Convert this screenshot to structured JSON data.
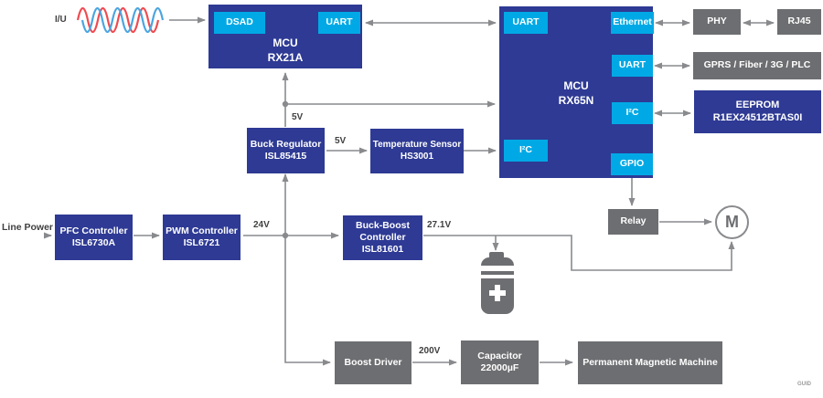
{
  "labels": {
    "input_signal": "I/U",
    "line_power": "Line Power",
    "v5_vertical": "5V",
    "v5_sensor": "5V",
    "v24": "24V",
    "v27_1": "27.1V",
    "v200": "200V",
    "watermark": "GUID"
  },
  "blocks": {
    "mcu_rx21a": {
      "title": "MCU",
      "part": "RX21A",
      "ports": {
        "dsad": "DSAD",
        "uart": "UART"
      }
    },
    "mcu_rx65n": {
      "title": "MCU",
      "part": "RX65N",
      "ports": {
        "uart_left": "UART",
        "i2c_left": "I²C",
        "ethernet": "Ethernet",
        "uart_right": "UART",
        "i2c_right": "I²C",
        "gpio": "GPIO"
      }
    },
    "phy": {
      "title": "PHY"
    },
    "rj45": {
      "title": "RJ45"
    },
    "gprs": {
      "title": "GPRS / Fiber / 3G / PLC"
    },
    "eeprom": {
      "title": "EEPROM",
      "part": "R1EX24512BTAS0I"
    },
    "buck_regulator": {
      "title": "Buck Regulator",
      "part": "ISL85415"
    },
    "temperature_sensor": {
      "title": "Temperature Sensor",
      "part": "HS3001"
    },
    "pfc_controller": {
      "title": "PFC Controller",
      "part": "ISL6730A"
    },
    "pwm_controller": {
      "title": "PWM Controller",
      "part": "ISL6721"
    },
    "buck_boost_controller": {
      "title": "Buck-Boost Controller",
      "part": "ISL81601"
    },
    "relay": {
      "title": "Relay"
    },
    "motor": {
      "title": "M"
    },
    "boost_driver": {
      "title": "Boost Driver"
    },
    "capacitor": {
      "title": "Capacitor",
      "part": "22000µF"
    },
    "permanent_magnetic_machine": {
      "title": "Permanent Magnetic Machine"
    }
  },
  "colors": {
    "block_blue": "#2e3a94",
    "port_cyan": "#00a9e5",
    "block_gray": "#6d6e71",
    "line_gray": "#898a8d",
    "label_dark": "#404042",
    "wave_red": "#ef4b50",
    "wave_blue": "#4ba5e0"
  }
}
